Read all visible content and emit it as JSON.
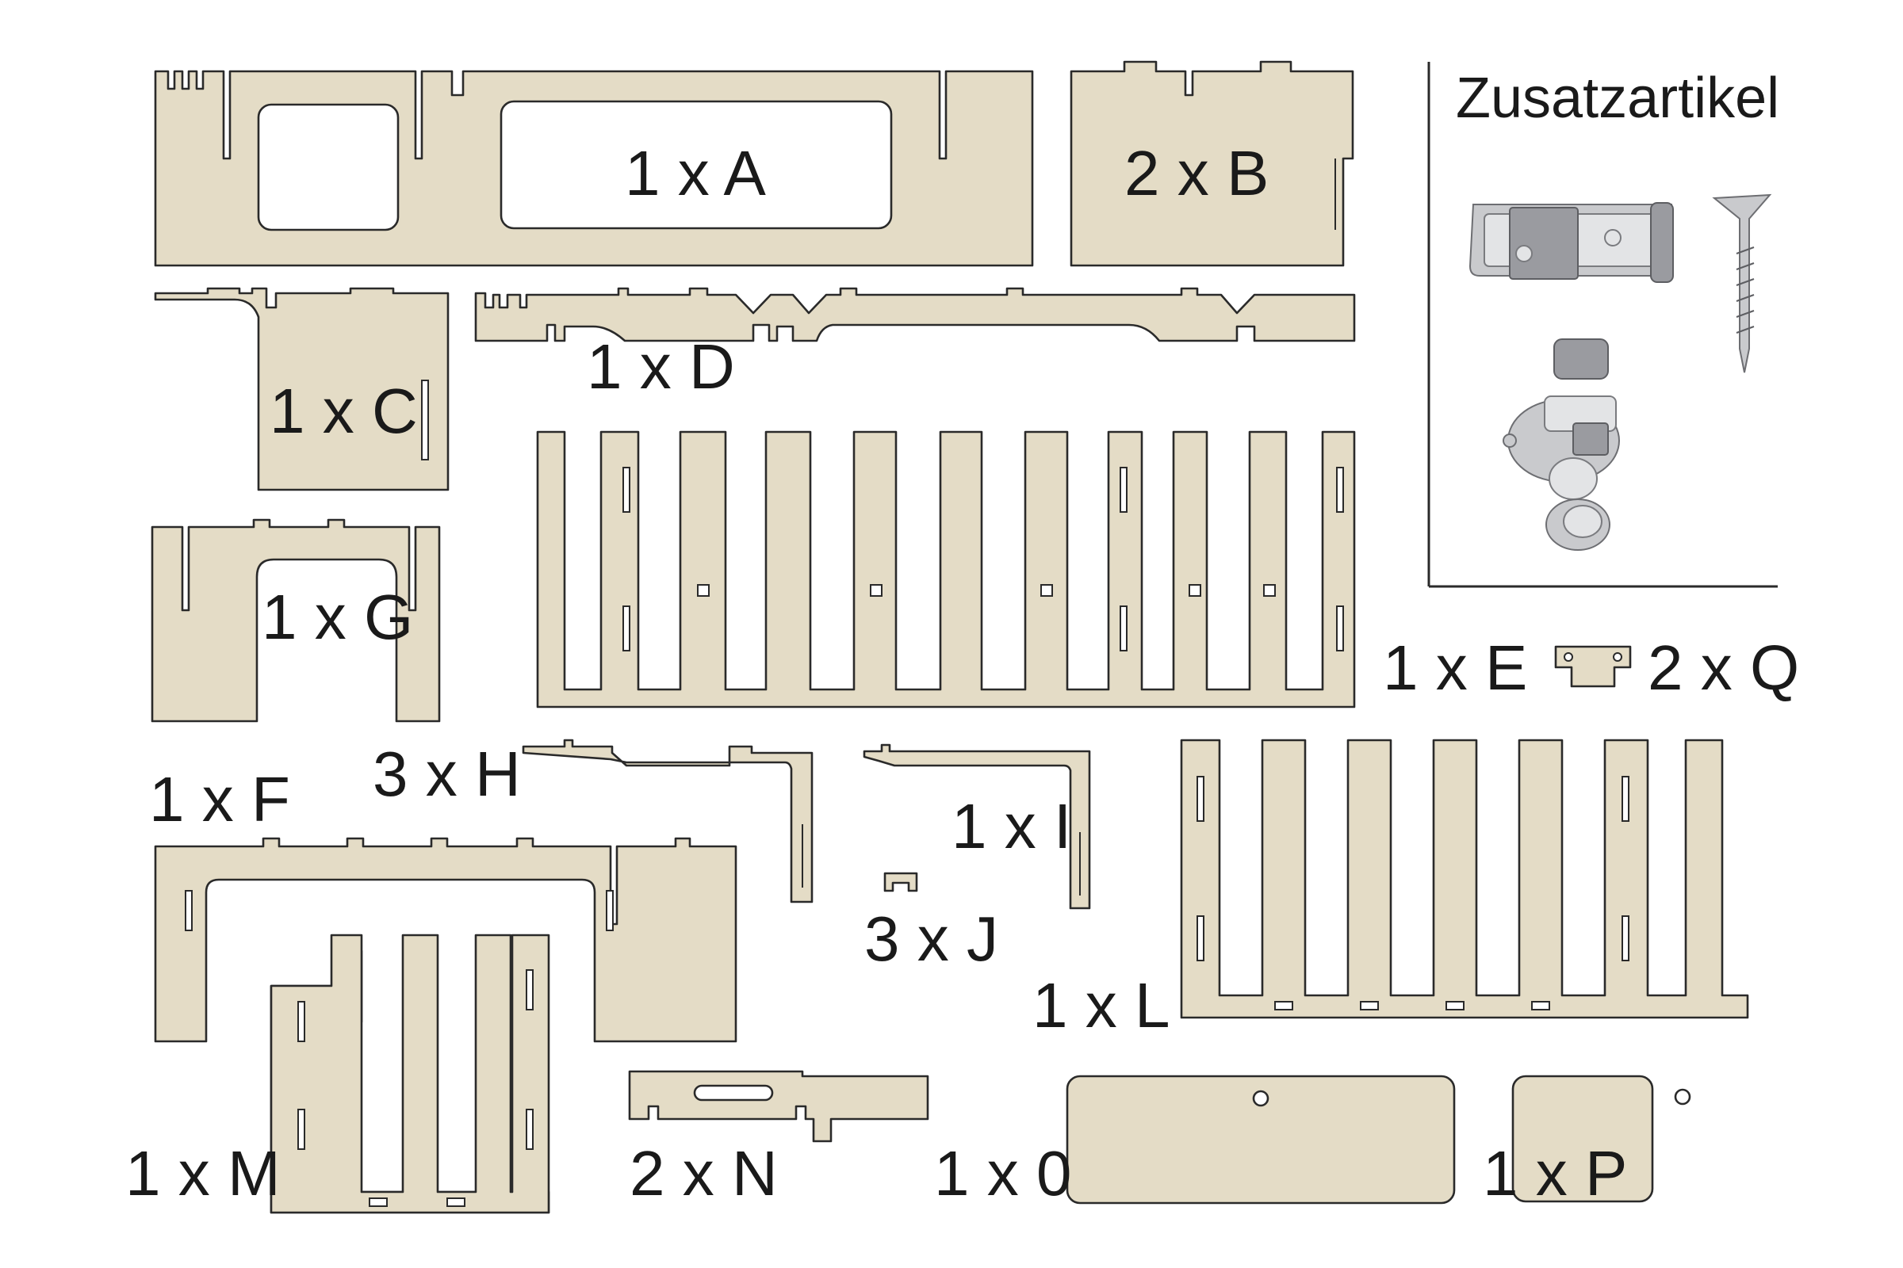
{
  "extras": {
    "title": "Zusatzartikel",
    "items": [
      "hinge-icon",
      "screw-icon",
      "lock-icon"
    ]
  },
  "parts": {
    "A": "1 x A",
    "B": "2 x B",
    "C": "1 x C",
    "D": "1 x D",
    "E": "1 x E",
    "F": "1 x F",
    "G": "1 x G",
    "H": "3 x H",
    "I": "1 x I",
    "J": "3 x J",
    "L": "1 x L",
    "M": "1 x M",
    "N": "2 x N",
    "O": "1 x 0",
    "P": "1 x P",
    "Q": "2 x Q"
  },
  "colors": {
    "panel": "#e4dcc6",
    "outline": "#2a2a2a",
    "metal": "#c9cacd"
  }
}
